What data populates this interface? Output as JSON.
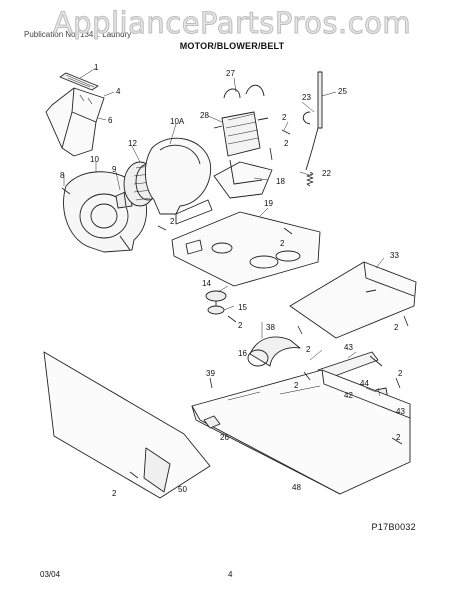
{
  "watermark": "AppliancePartsPros.com",
  "header": {
    "subtitle": "Publication No. 134... Laundry",
    "title": "MOTOR/BLOWER/BELT"
  },
  "callouts": [
    "1",
    "4",
    "6",
    "10",
    "8",
    "9",
    "12",
    "10A",
    "2",
    "27",
    "28",
    "2",
    "23",
    "25",
    "2",
    "18",
    "22",
    "19",
    "2",
    "33",
    "14",
    "15",
    "2",
    "16",
    "38",
    "2",
    "43",
    "2",
    "39",
    "2",
    "44",
    "42",
    "43",
    "2",
    "26",
    "2",
    "50",
    "48"
  ],
  "footer": {
    "figure_code": "P17B0032",
    "date": "03/04",
    "page": "4"
  }
}
